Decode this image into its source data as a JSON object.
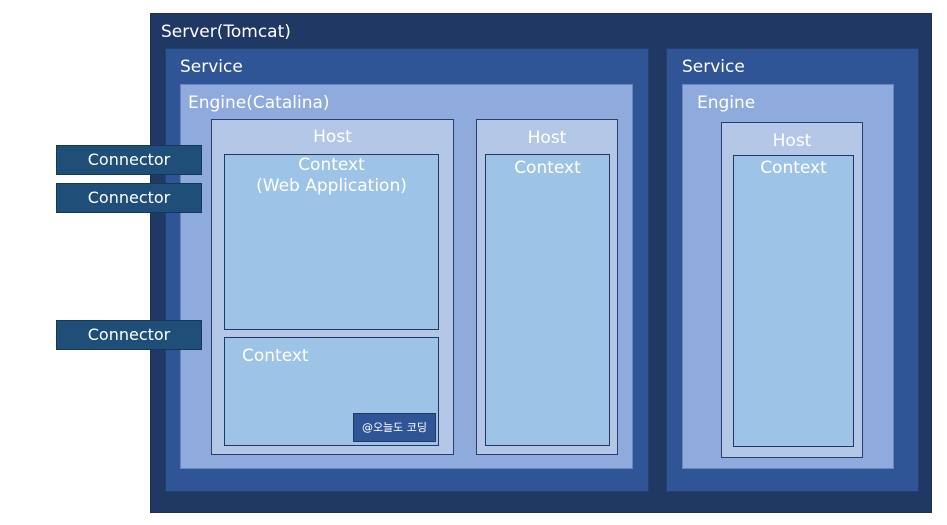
{
  "server": {
    "title": "Server(Tomcat)"
  },
  "service_left": {
    "title": "Service",
    "engine": {
      "title": "Engine(Catalina)",
      "host_a": {
        "title": "Host",
        "context_1": {
          "line1": "Context",
          "line2": "(Web Application)"
        },
        "context_2": {
          "title": "Context"
        }
      },
      "host_b": {
        "title": "Host",
        "context": {
          "title": "Context"
        }
      }
    }
  },
  "service_right": {
    "title": "Service",
    "engine": {
      "title": "Engine",
      "host": {
        "title": "Host",
        "context": {
          "title": "Context"
        }
      }
    }
  },
  "connectors": [
    "Connector",
    "Connector",
    "Connector"
  ],
  "watermark": "@오늘도 코딩",
  "colors": {
    "server": "#1f3864",
    "service": "#2f5597",
    "engine": "#8faadc",
    "host": "#b4c7e7",
    "context": "#9dc3e6",
    "connector": "#1f4e79"
  }
}
